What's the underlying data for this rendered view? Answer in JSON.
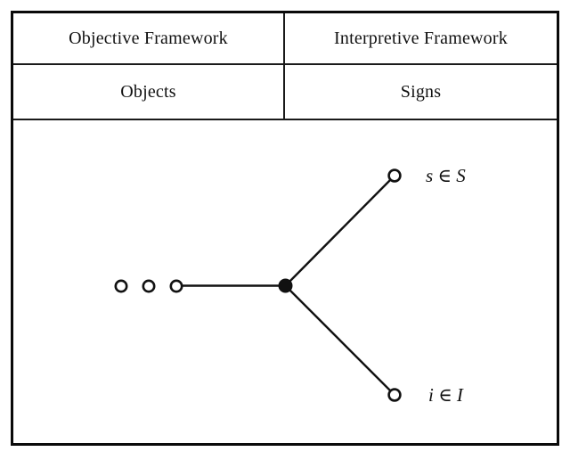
{
  "table": {
    "rows": [
      {
        "cells": [
          "Objective Framework",
          "Interpretive Framework"
        ]
      },
      {
        "cells": [
          "Objects",
          "Signs"
        ]
      }
    ]
  },
  "figure": {
    "labels": {
      "sign": "s ∈ S",
      "interpretant": "i ∈ I"
    }
  },
  "colors": {
    "line": "#111111",
    "background": "#ffffff"
  }
}
